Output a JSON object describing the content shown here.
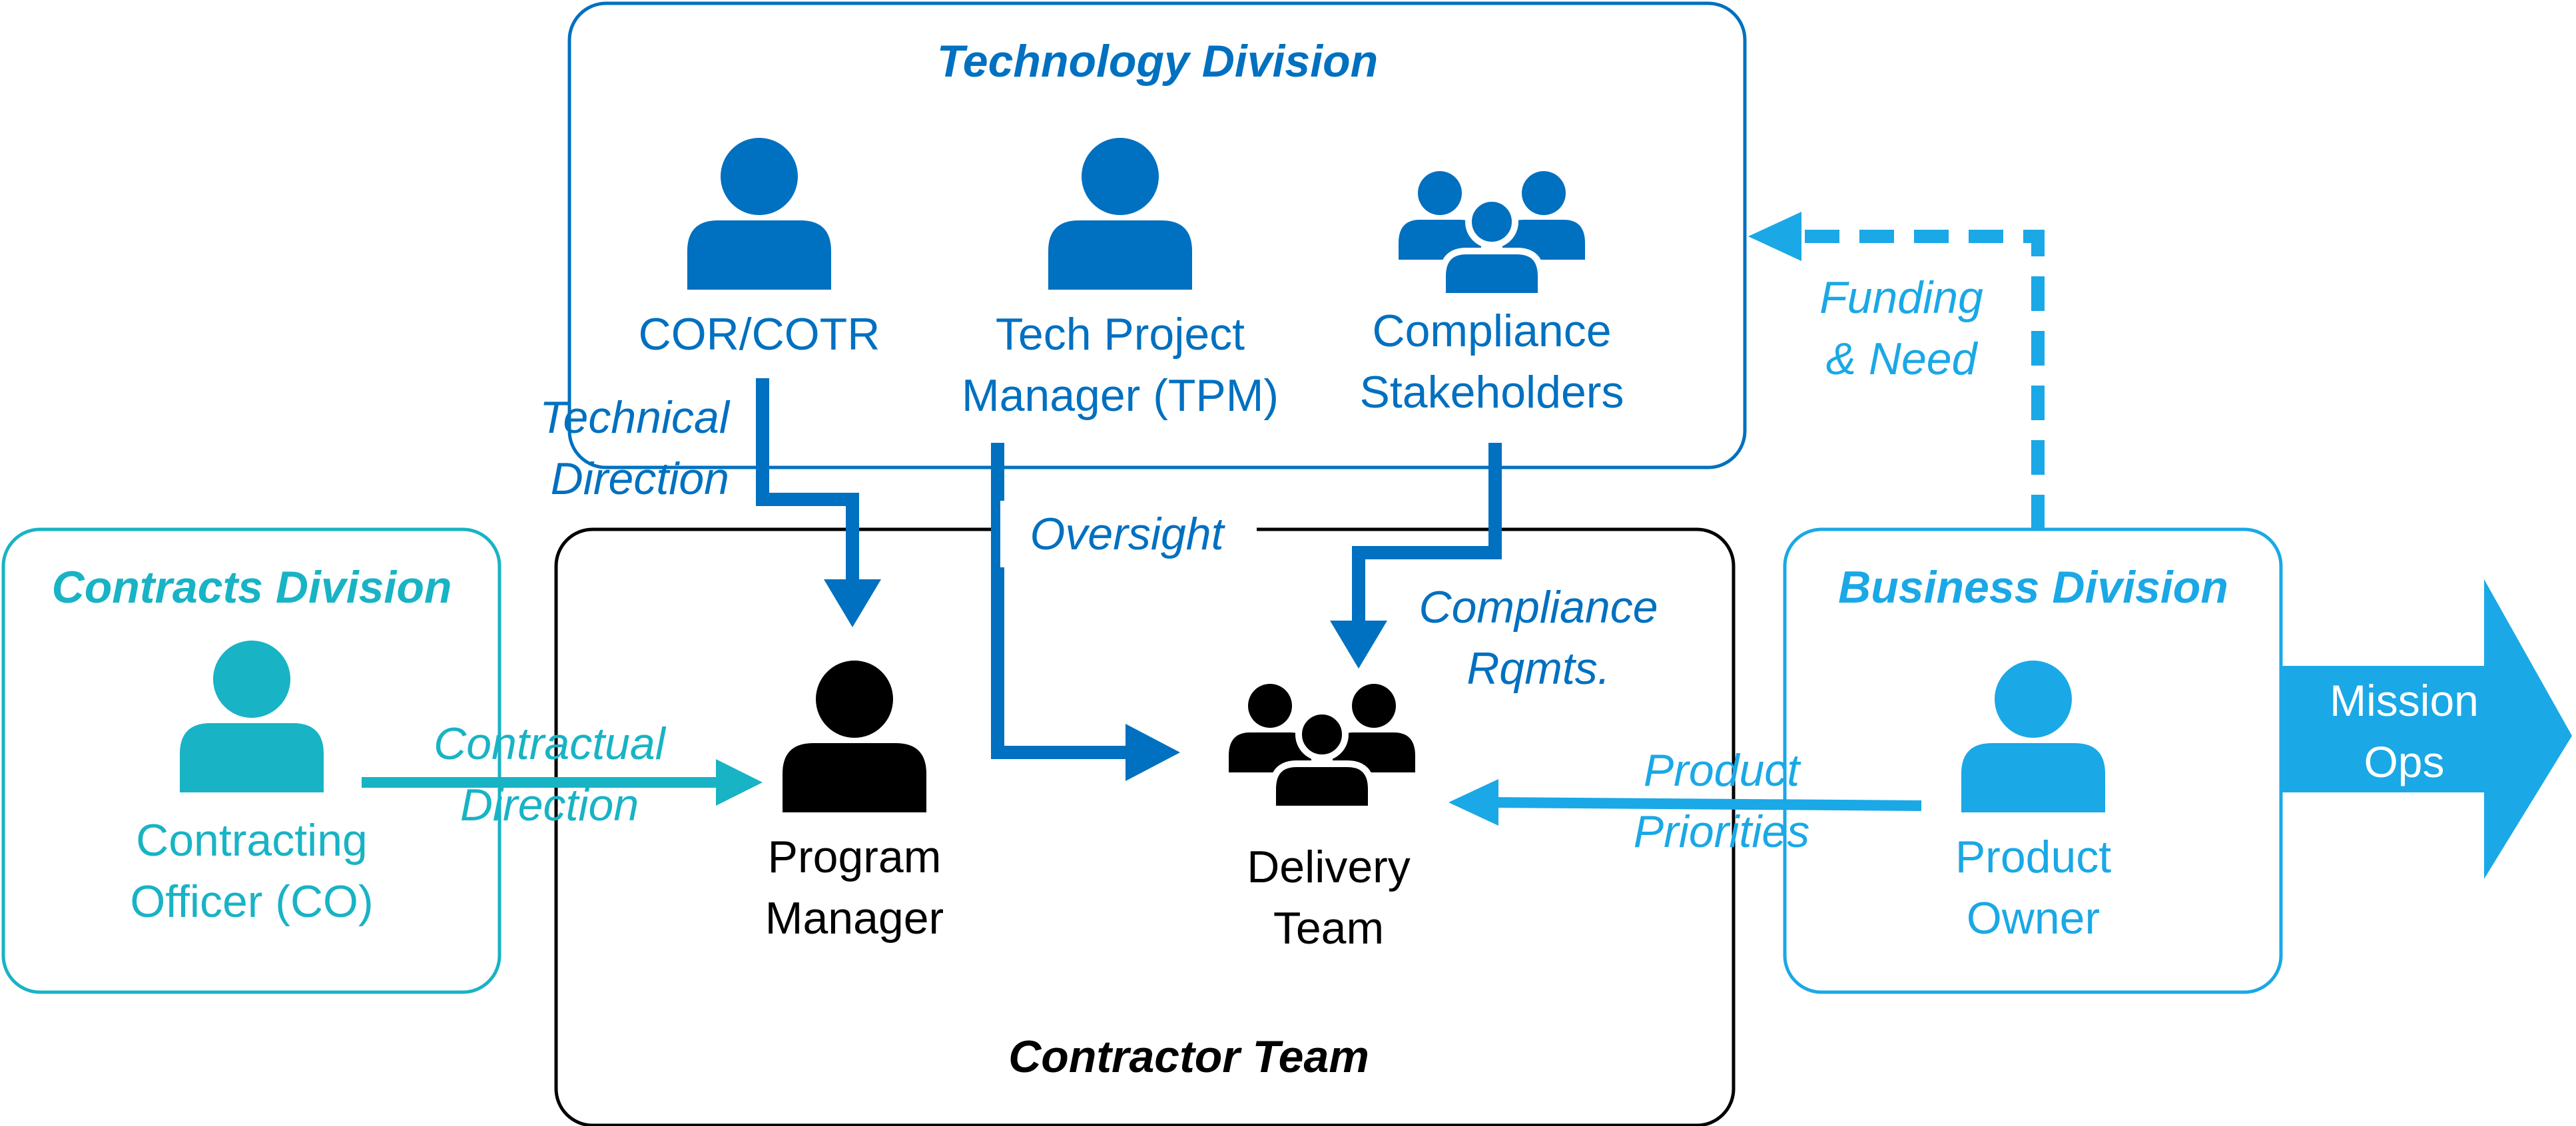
{
  "colors": {
    "tech": "#0070c0",
    "contracts": "#18b3c5",
    "business": "#1aa8e6",
    "contractor": "#000000",
    "mission_text": "#ffffff"
  },
  "divisions": {
    "technology": {
      "title": "Technology Division",
      "roles": {
        "cor": {
          "label": [
            "COR/COTR"
          ],
          "icon": "person-icon"
        },
        "tpm": {
          "label": [
            "Tech Project",
            "Manager (TPM)"
          ],
          "icon": "person-icon"
        },
        "compliance": {
          "label": [
            "Compliance",
            "Stakeholders"
          ],
          "icon": "group-icon"
        }
      }
    },
    "contracts": {
      "title": "Contracts Division",
      "roles": {
        "co": {
          "label": [
            "Contracting",
            "Officer (CO)"
          ],
          "icon": "person-icon"
        }
      }
    },
    "contractor": {
      "title": "Contractor Team",
      "roles": {
        "pm": {
          "label": [
            "Program",
            "Manager"
          ],
          "icon": "person-icon"
        },
        "delivery": {
          "label": [
            "Delivery",
            "Team"
          ],
          "icon": "group-icon"
        }
      }
    },
    "business": {
      "title": "Business Division",
      "roles": {
        "po": {
          "label": [
            "Product",
            "Owner"
          ],
          "icon": "person-icon"
        }
      }
    }
  },
  "flows": {
    "technical_direction": [
      "Technical",
      "Direction"
    ],
    "oversight": [
      "Oversight"
    ],
    "compliance_rqmts": [
      "Compliance",
      "Rqmts."
    ],
    "contractual_direction": [
      "Contractual",
      "Direction"
    ],
    "product_priorities": [
      "Product",
      "Priorities"
    ],
    "funding_need": [
      "Funding",
      "& Need"
    ]
  },
  "mission": {
    "label": [
      "Mission",
      "Ops"
    ]
  }
}
